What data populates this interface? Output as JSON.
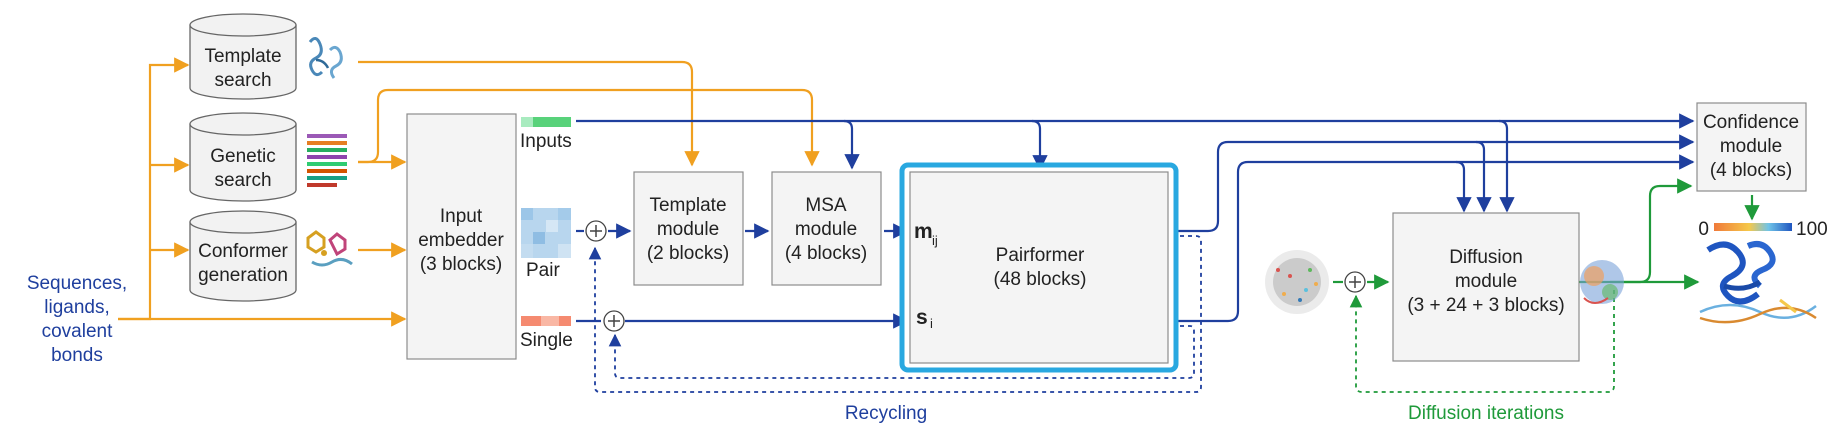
{
  "inputs_text": {
    "line1": "Sequences,",
    "line2": "ligands,",
    "line3": "covalent",
    "line4": "bonds"
  },
  "databases": {
    "template_search": [
      "Template",
      "search"
    ],
    "genetic_search": [
      "Genetic",
      "search"
    ],
    "conformer_generation": [
      "Conformer",
      "generation"
    ]
  },
  "input_embedder": [
    "Input",
    "embedder",
    "(3 blocks)"
  ],
  "streams": {
    "inputs": "Inputs",
    "pair": "Pair",
    "single": "Single"
  },
  "template_module": [
    "Template",
    "module",
    "(2 blocks)"
  ],
  "msa_module": [
    "MSA",
    "module",
    "(4 blocks)"
  ],
  "pairformer": {
    "name": "Pairformer",
    "blocks": "(48 blocks)",
    "pair_symbol": "m",
    "pair_sub": "ij",
    "single_symbol": "s",
    "single_sub": "i"
  },
  "diffusion_module": [
    "Diffusion",
    "module",
    "(3 + 24 + 3 blocks)"
  ],
  "confidence_module": [
    "Confidence",
    "module",
    "(4 blocks)"
  ],
  "confidence_scale": {
    "min": "0",
    "max": "100",
    "colors": [
      "#f07a3a",
      "#f5c84a",
      "#6fc3e8",
      "#1f55c0"
    ]
  },
  "loop_labels": {
    "recycling": "Recycling",
    "diffusion_iterations": "Diffusion iterations"
  },
  "colors": {
    "input_path": "#f0a020",
    "trunk_path": "#1f3f9e",
    "diffusion_path": "#1f9a3a",
    "pairformer_highlight": "#29a8e0"
  },
  "icons": [
    "protein-structure-icon",
    "msa-alignment-icon",
    "ligand-conformer-icon",
    "pair-representation-icon",
    "noise-cloud-icon",
    "predicted-structure-icon"
  ]
}
